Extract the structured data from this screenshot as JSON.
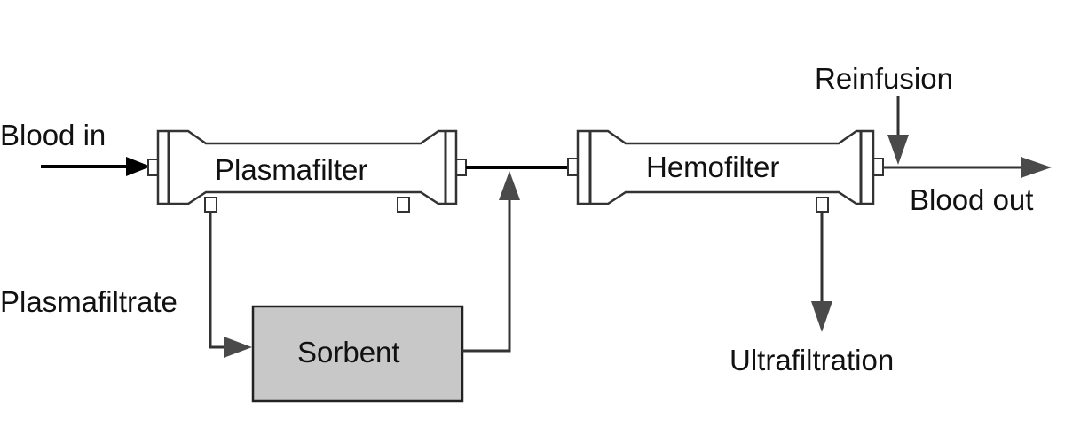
{
  "labels": {
    "blood_in": "Blood in",
    "plasmafilter": "Plasmafilter",
    "hemofilter": "Hemofilter",
    "reinfusion": "Reinfusion",
    "blood_out": "Blood out",
    "plasmafiltrate": "Plasmafiltrate",
    "sorbent": "Sorbent",
    "ultrafiltration": "Ultrafiltration"
  },
  "colors": {
    "sorbent_fill": "#c8c8c8",
    "line": "#333333",
    "arrowhead": "#4a4a4a"
  }
}
